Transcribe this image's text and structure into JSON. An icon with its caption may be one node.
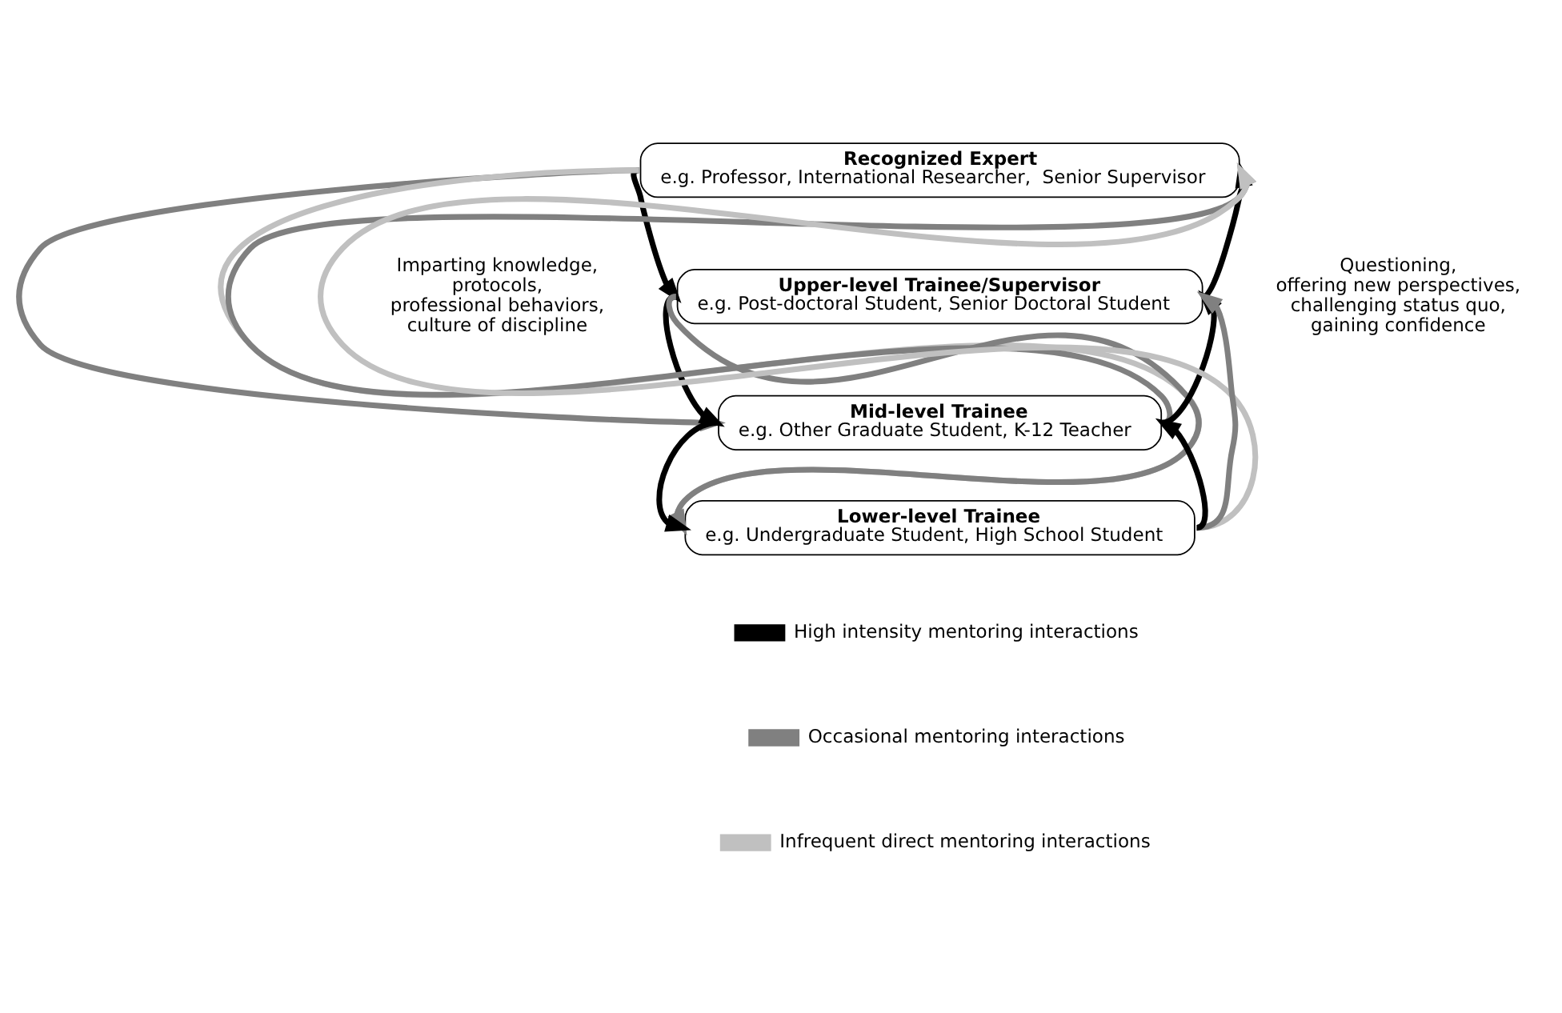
{
  "diagram": {
    "nodes": [
      {
        "text": [
          "Recognized Expert",
          "e.g. Professor, International Researcher,  Senior Supervisor"
        ]
      },
      {
        "text": [
          "Upper-level Trainee/Supervisor",
          "e.g. Post-doctoral Student, Senior Doctoral Student"
        ]
      },
      {
        "text": [
          "Mid-level Trainee",
          "e.g. Other Graduate Student, K-12 Teacher"
        ]
      },
      {
        "text": [
          "Lower-level Trainee",
          "e.g. Undergraduate Student, High School Student"
        ]
      }
    ],
    "edges": [
      {
        "from": 0,
        "to": 1,
        "arrow": "to"
      },
      {
        "from": 1,
        "to": 2,
        "arrow": "to"
      },
      {
        "from": 2,
        "to": 3,
        "arrow": "to"
      },
      {
        "from": 0,
        "to": 2,
        "arrow": "to",
        "color": "#808080"
      },
      {
        "from": 1,
        "to": 3,
        "arrow": "to",
        "color": "#808080"
      },
      {
        "from": 0,
        "to": 3,
        "arrow": "to",
        "color": "#c0c0c0"
      },
      {
        "from": 1,
        "to": 0,
        "arrow": "to"
      },
      {
        "from": 2,
        "to": 1,
        "arrow": "to"
      },
      {
        "from": 3,
        "to": 2,
        "arrow": "to"
      },
      {
        "from": 2,
        "to": 0,
        "arrow": "to",
        "color": "#808080"
      },
      {
        "from": 3,
        "to": 1,
        "arrow": "to",
        "color": "#808080"
      },
      {
        "from": 3,
        "to": 0,
        "arrow": "to",
        "color": "#c0c0c0"
      }
    ],
    "labels": [
      "Imparting knowledge, protocols, professional behaviors, culture of discipline",
      "Questioning, offering new perspectives, challenging status quo, gaining confidence"
    ],
    "legend": [
      {
        "text": "High intensity mentoring interactions",
        "color": "#000000"
      },
      {
        "text": "Occasional mentoring interactions",
        "color": "#808080"
      },
      {
        "text": "Infrequent direct mentoring interactions",
        "color": "#c0c0c0"
      }
    ]
  }
}
